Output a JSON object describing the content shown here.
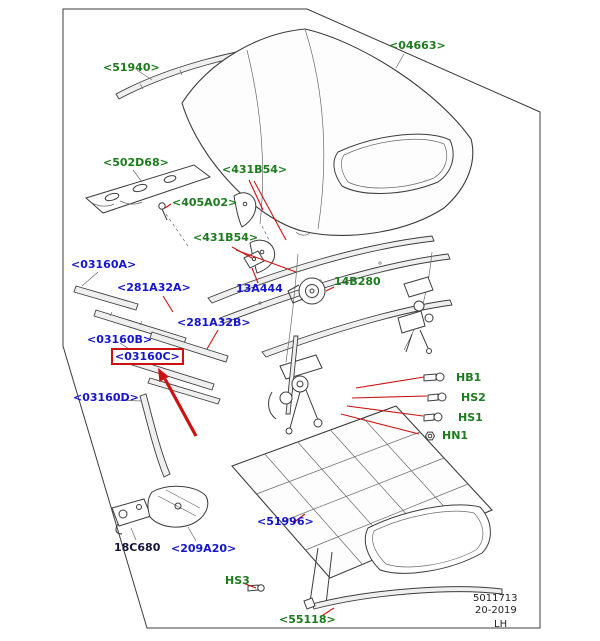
{
  "colors": {
    "green_label": "#1e7a1e",
    "blue_label": "#1515cc",
    "dark_label": "#15153a",
    "red_accent": "#cc1111",
    "line": "#3c3c3c"
  },
  "labels": {
    "p51940": "<51940>",
    "p04663": "<04663>",
    "p502D68": "<502D68>",
    "p405A02": "<405A02>",
    "p431B54_a": "<431B54>",
    "p431B54_b": "<431B54>",
    "p03160A": "<03160A>",
    "p281A32A": "<281A32A>",
    "p13A444": "13A444",
    "p14B280": "14B280",
    "p03160B": "<03160B>",
    "p281A32B": "<281A32B>",
    "p03160C": "<03160C>",
    "p03160D": "<03160D>",
    "pHB1": "HB1",
    "pHS2": "HS2",
    "pHS1": "HS1",
    "pHN1": "HN1",
    "p51996": "<51996>",
    "p18C680": "18C680",
    "p209A20": "<209A20>",
    "pHS3": "HS3",
    "p55118": "<55118>"
  },
  "footer": {
    "drawing_number": "5011713",
    "date_code": "20-2019",
    "side_code": "LH"
  }
}
